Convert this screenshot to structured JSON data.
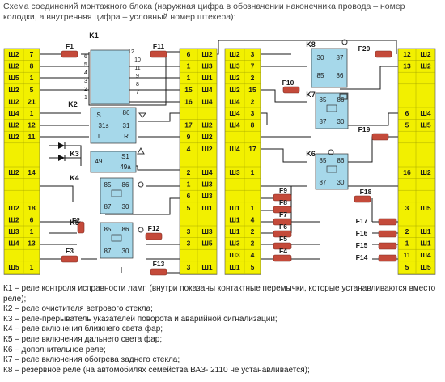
{
  "title": "Схема соединений монтажного блока (наружная цифра в обозначении наконечника провода – номер колодки, а внутренняя цифра – условный номер штекера):",
  "colors": {
    "pin": "#f2f000",
    "relay": "#a6d8ea",
    "fuse": "#c44a3a",
    "wire": "#1a1a1a"
  },
  "left_col": [
    [
      "Ш2",
      "7"
    ],
    [
      "Ш2",
      "8"
    ],
    [
      "Ш5",
      "1"
    ],
    [
      "Ш2",
      "5"
    ],
    [
      "Ш2",
      "21"
    ],
    [
      "Ш4",
      "1"
    ],
    [
      "Ш2",
      "12"
    ],
    [
      "Ш2",
      "11"
    ],
    [
      "",
      ""
    ],
    [
      "",
      ""
    ],
    [
      "Ш2",
      "14"
    ],
    [
      "",
      ""
    ],
    [
      "",
      ""
    ],
    [
      "Ш2",
      "18"
    ],
    [
      "Ш2",
      "6"
    ],
    [
      "Ш3",
      "1"
    ],
    [
      "Ш4",
      "13"
    ],
    [
      "",
      ""
    ],
    [
      "Ш5",
      "1"
    ]
  ],
  "mid_left_col": [
    [
      "6",
      "Ш2"
    ],
    [
      "1",
      "Ш3"
    ],
    [
      "1",
      "Ш1"
    ],
    [
      "15",
      "Ш4"
    ],
    [
      "16",
      "Ш4"
    ],
    [
      "",
      ""
    ],
    [
      "17",
      "Ш2"
    ],
    [
      "9",
      "Ш2"
    ],
    [
      "4",
      "Ш2"
    ],
    [
      "",
      ""
    ],
    [
      "2",
      "Ш4"
    ],
    [
      "1",
      "Ш3"
    ],
    [
      "6",
      "Ш3"
    ],
    [
      "5",
      "Ш1"
    ],
    [
      "",
      ""
    ],
    [
      "3",
      "Ш3"
    ],
    [
      "3",
      "Ш5"
    ],
    [
      "",
      ""
    ],
    [
      "3",
      "Ш1"
    ]
  ],
  "mid_right_col": [
    [
      "Ш2",
      "3"
    ],
    [
      "Ш3",
      "7"
    ],
    [
      "Ш2",
      "2"
    ],
    [
      "Ш2",
      "15"
    ],
    [
      "Ш4",
      "2"
    ],
    [
      "Ш4",
      "3"
    ],
    [
      "Ш4",
      "8"
    ],
    [
      "",
      ""
    ],
    [
      "Ш4",
      "17"
    ],
    [
      "",
      ""
    ],
    [
      "Ш3",
      "1"
    ],
    [
      "",
      ""
    ],
    [
      "",
      ""
    ],
    [
      "Ш1",
      "1"
    ],
    [
      "Ш1",
      "4"
    ],
    [
      "Ш1",
      "2"
    ],
    [
      "Ш3",
      "2"
    ],
    [
      "Ш3",
      "4"
    ],
    [
      "Ш1",
      "5"
    ]
  ],
  "right_col": [
    [
      "12",
      "Ш2"
    ],
    [
      "13",
      "Ш2"
    ],
    [
      "",
      ""
    ],
    [
      "",
      ""
    ],
    [
      "",
      ""
    ],
    [
      "6",
      "Ш4"
    ],
    [
      "5",
      "Ш5"
    ],
    [
      "",
      ""
    ],
    [
      "",
      ""
    ],
    [
      "",
      ""
    ],
    [
      "16",
      "Ш2"
    ],
    [
      "",
      ""
    ],
    [
      "",
      ""
    ],
    [
      "3",
      "Ш5"
    ],
    [
      "",
      ""
    ],
    [
      "2",
      "Ш1"
    ],
    [
      "1",
      "Ш1"
    ],
    [
      "11",
      "Ш4"
    ],
    [
      "5",
      "Ш5"
    ]
  ],
  "fuses_left": [
    "F1",
    "F11",
    "F2",
    "F12",
    "F3",
    "F13"
  ],
  "fuses_right": [
    "F10",
    "F20",
    "F19",
    "F18",
    "F9",
    "F8",
    "F7",
    "F6",
    "F5",
    "F4",
    "F17",
    "F16",
    "F15",
    "F14"
  ],
  "relays": {
    "K1": {
      "label": "K1",
      "pins": [
        "12",
        "10",
        "11",
        "9",
        "8",
        "7",
        "6",
        "5",
        "4",
        "3",
        "2",
        "1"
      ]
    },
    "K2": {
      "label": "K2",
      "pins": [
        "S",
        "86",
        "31s",
        "31",
        "I",
        "R"
      ]
    },
    "K3": {
      "label": "K3",
      "pins": [
        "49",
        "S1",
        "49a"
      ]
    },
    "K4": {
      "label": "K4",
      "pins": [
        "85",
        "86",
        "87",
        "30"
      ]
    },
    "K5": {
      "label": "K5",
      "pins": [
        "85",
        "86",
        "87",
        "30"
      ]
    },
    "K6": {
      "label": "K6",
      "pins": [
        "85",
        "86",
        "87",
        "30"
      ]
    },
    "K7": {
      "label": "K7",
      "pins": [
        "85",
        "86",
        "87",
        "30"
      ]
    },
    "K8": {
      "label": "K8",
      "pins": [
        "30",
        "87",
        "85",
        "86"
      ]
    }
  },
  "legend": [
    "К1 – реле контроля исправности ламп (внутри показаны контактные перемычки, которые устанавливаются вместо реле);",
    "К2 – реле очистителя ветрового стекла;",
    "К3 – реле-прерыватель указателей поворота и аварийной сигнализации;",
    "К4 – реле включения ближнего света фар;",
    "К5 – реле включения дальнего света фар;",
    "К6 – дополнительное реле;",
    "К7 – реле включения обогрева заднего стекла;",
    "К8 – резервное реле (на автомобилях семейства ВАЗ- 2110 не устанавливается);"
  ]
}
